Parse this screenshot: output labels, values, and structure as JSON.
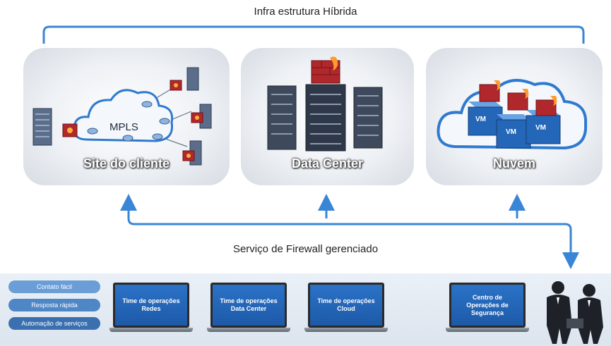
{
  "header": {
    "title": "Infra estrutura Híbrida"
  },
  "panels": [
    {
      "label": "Site do cliente",
      "cloud_label": "MPLS"
    },
    {
      "label": "Data Center"
    },
    {
      "label": "Nuvem",
      "vm_labels": [
        "VM",
        "VM",
        "VM"
      ]
    }
  ],
  "service": {
    "title": "Serviço de Firewall gerenciado"
  },
  "pills": [
    "Contato fácil",
    "Resposta rápida",
    "Automação de serviços"
  ],
  "teams": [
    "Time de operações Redes",
    "Time de operações Data Center",
    "Time de operações Cloud",
    "Centro de Operações de Segurança"
  ],
  "colors": {
    "connector": "#3a86d6",
    "firewall": "#b0282c",
    "pill": "#4f86c6",
    "screen": "#2466b8"
  }
}
